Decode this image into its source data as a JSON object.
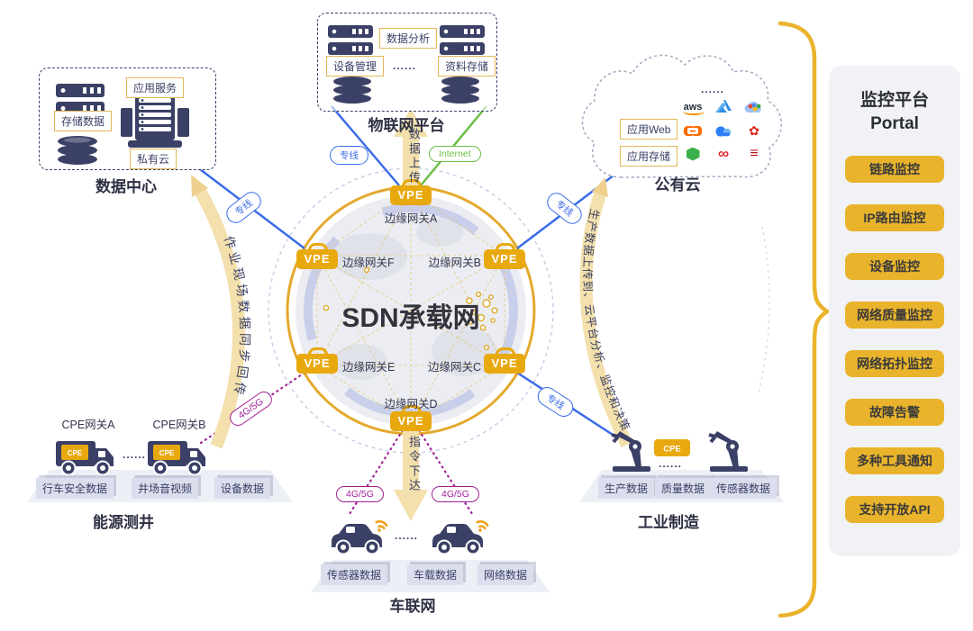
{
  "sdn": {
    "core_label": "SDN承载网",
    "vpe_label": "VPE",
    "gateway_a": "边缘网关A",
    "gateway_b": "边缘网关B",
    "gateway_c": "边缘网关C",
    "gateway_d": "边缘网关D",
    "gateway_e": "边缘网关E",
    "gateway_f": "边缘网关F"
  },
  "cpe_label": "CPE",
  "dots": "......",
  "data_center": {
    "title": "数据中心",
    "app_service": "应用服务",
    "storage_data": "存储数据",
    "private_cloud": "私有云"
  },
  "iot": {
    "title": "物联网平台",
    "data_analysis": "数据分析",
    "device_mgmt": "设备管理",
    "data_storage": "资料存储"
  },
  "cloud": {
    "title": "公有云",
    "app_web": "应用Web",
    "app_storage": "应用存储",
    "aws_glyph": "aws"
  },
  "flows": {
    "upload": "数据上传",
    "command": "指令下达",
    "left": "作业现场数据同步回传",
    "right": "生产数据上传到、云平台分析、监控和决策"
  },
  "links": {
    "dedicated": "专线",
    "internet": "Internet",
    "cellular": "4G/5G"
  },
  "energy": {
    "title": "能源测井",
    "cpe_a": "CPE网关A",
    "cpe_b": "CPE网关B",
    "tags": [
      "行车安全数据",
      "井场音视频",
      "设备数据"
    ]
  },
  "vehicle": {
    "title": "车联网",
    "tags": [
      "传感器数据",
      "车载数据",
      "网络数据"
    ]
  },
  "industry": {
    "title": "工业制造",
    "tags": [
      "生产数据",
      "质量数据",
      "传感器数据"
    ]
  },
  "portal": {
    "title_cn": "监控平台",
    "title_en": "Portal",
    "buttons": [
      "链路监控",
      "IP路由监控",
      "设备监控",
      "网络质量监控",
      "网络拓扑监控",
      "故障告警",
      "多种工具通知",
      "支持开放API"
    ]
  },
  "colors": {
    "gold": "#e8a90f",
    "navy": "#3b4066",
    "blue": "#3a6be8",
    "green": "#6cbe45",
    "purple": "#a01f97",
    "arrow_fill": "#f3e0ac"
  }
}
